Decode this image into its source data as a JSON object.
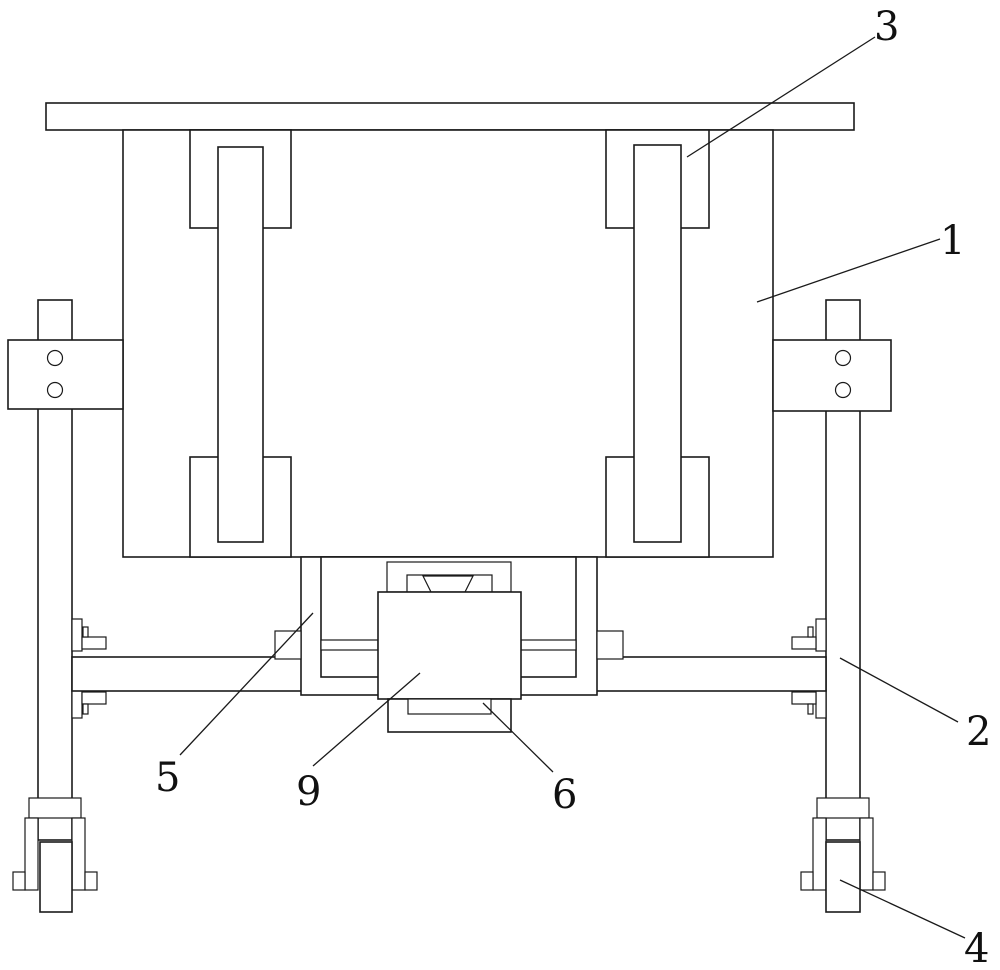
{
  "labels": {
    "l1": "1",
    "l2": "2",
    "l3": "3",
    "l4": "4",
    "l5": "5",
    "l6": "6",
    "l9": "9"
  }
}
